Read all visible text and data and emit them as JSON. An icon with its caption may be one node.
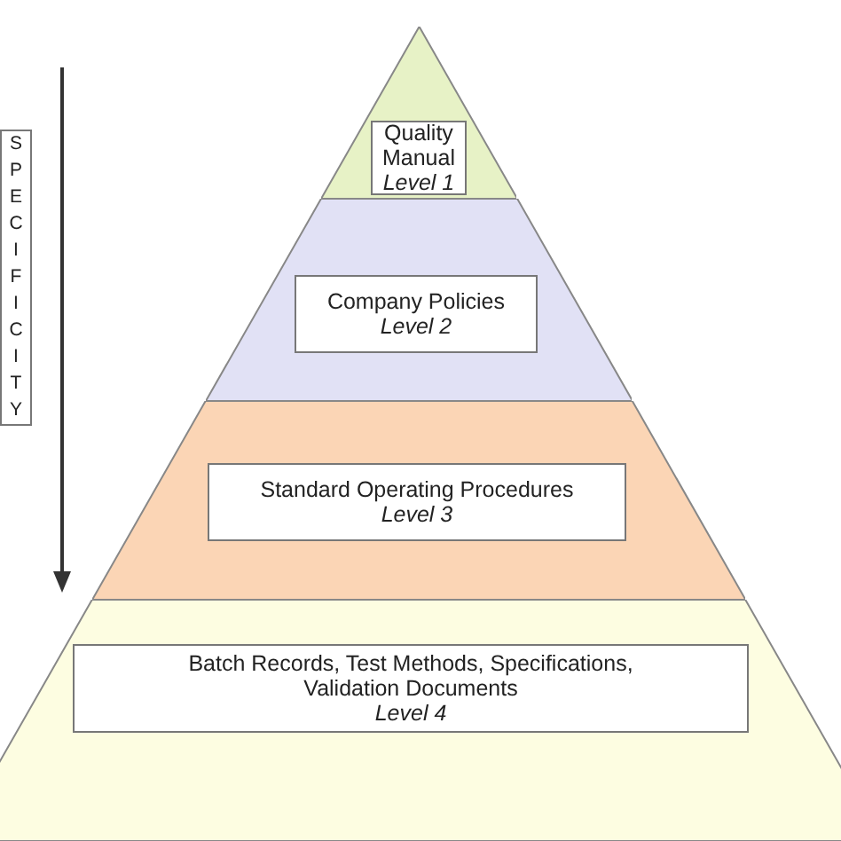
{
  "diagram": {
    "nodes": [
      {
        "text": [
          "SPECIFICITY"
        ]
      },
      {
        "text": [],
        "shape": "triangle"
      },
      {
        "text": [
          "Quality Manual",
          "Level 1"
        ],
        "in": 1
      },
      {
        "text": [],
        "shape": "trapezoid"
      },
      {
        "text": [
          "Company Policies",
          "Level 2"
        ],
        "in": 3
      },
      {
        "text": [],
        "shape": "trapezoid"
      },
      {
        "text": [
          "Standard Operating Procedures",
          "Level 3"
        ],
        "in": 5
      },
      {
        "text": [],
        "shape": "trapezoid"
      },
      {
        "text": [
          "Batch Records, Test Methods, Specifications, Validation Documents",
          "Level 4"
        ],
        "in": 7
      }
    ],
    "edges": []
  }
}
